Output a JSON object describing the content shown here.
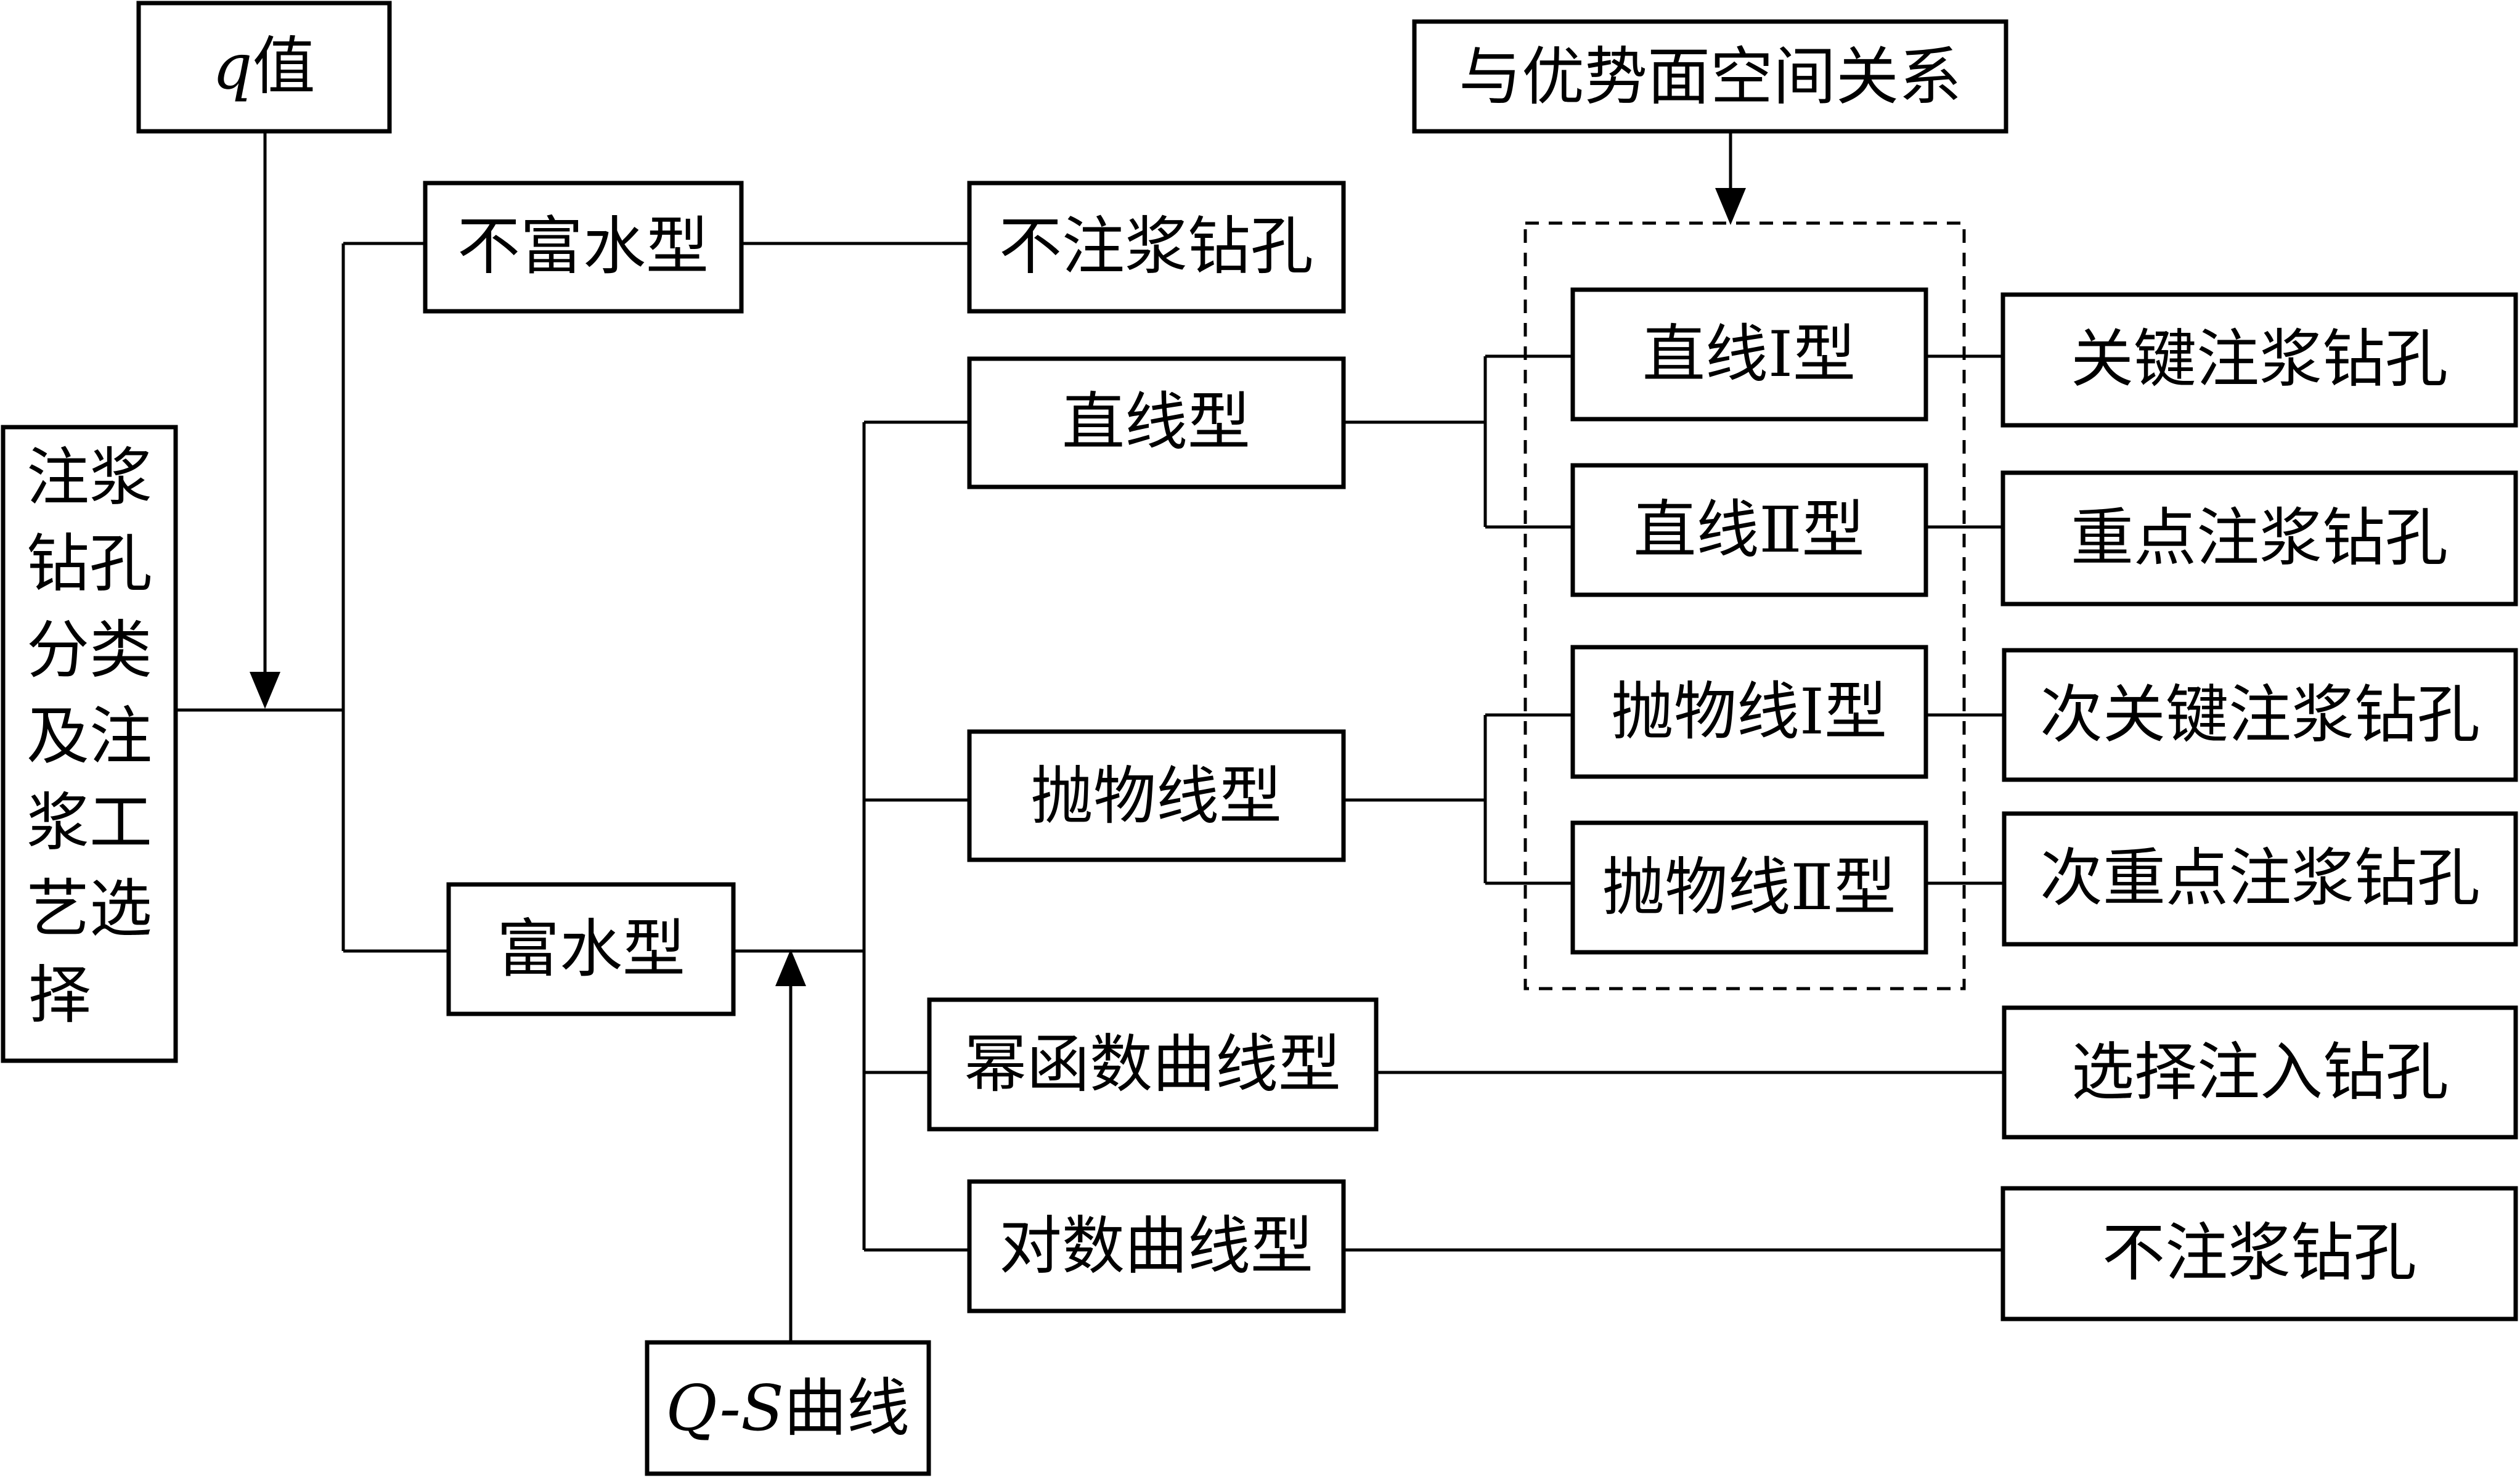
{
  "nodes": {
    "q_value": {
      "var": "q",
      "text": "值"
    },
    "root": {
      "lines": [
        "注浆",
        "钻孔",
        "分类",
        "及注",
        "浆工",
        "艺选",
        "择"
      ]
    },
    "not_water_rich": "不富水型",
    "no_grout_1": "不注浆钻孔",
    "water_rich": "富水型",
    "qs_curve": {
      "var": "Q-S",
      "text": "曲线"
    },
    "linear": "直线型",
    "parabolic": "抛物线型",
    "power": "幂函数曲线型",
    "log": "对数曲线型",
    "spatial_relation": "与优势面空间关系",
    "linear_1": "直线Ⅰ型",
    "linear_2": "直线Ⅱ型",
    "parabolic_1": "抛物线Ⅰ型",
    "parabolic_2": "抛物线Ⅱ型",
    "key_grout": "关键注浆钻孔",
    "important_grout": "重点注浆钻孔",
    "secondary_key_grout": "次关键注浆钻孔",
    "secondary_important_grout": "次重点注浆钻孔",
    "selective_grout": "选择注入钻孔",
    "no_grout_2": "不注浆钻孔"
  }
}
